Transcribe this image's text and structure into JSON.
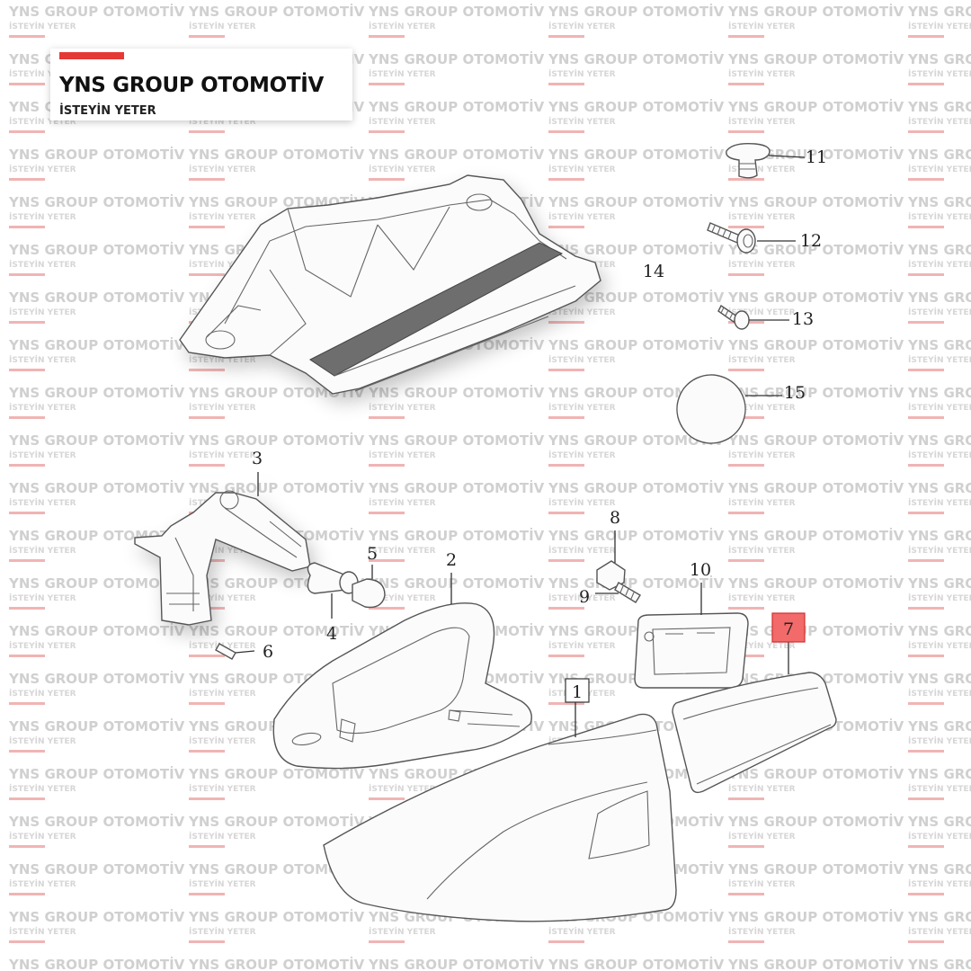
{
  "watermark": {
    "title": "YNS GROUP OTOMOTİV",
    "subtitle": "İSTEYİN YETER",
    "text_color": "#d0d0d0",
    "accent_color": "#f0b4b4"
  },
  "logo": {
    "title": "YNS GROUP OTOMOTİV",
    "subtitle": "İSTEYİN YETER",
    "accent_color": "#e53935"
  },
  "callouts": {
    "c1": "1",
    "c2": "2",
    "c3": "3",
    "c4": "4",
    "c5": "5",
    "c6": "6",
    "c7": "7",
    "c8": "8",
    "c9": "9",
    "c10": "10",
    "c11": "11",
    "c12": "12",
    "c13": "13",
    "c14": "14",
    "c15": "15"
  },
  "highlight_color": "#f26a6a"
}
